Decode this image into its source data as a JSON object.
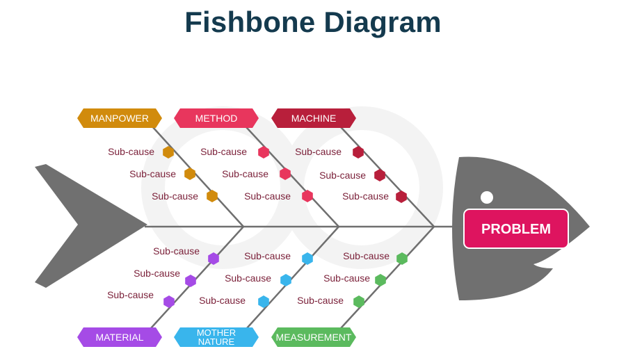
{
  "title": "Fishbone Diagram",
  "problem": {
    "label": "PROBLEM",
    "color": "#de145f"
  },
  "colors": {
    "bone": "#6f6f6f",
    "fish": "#707070",
    "subcause_text": "#7a1f38",
    "watermark": "#f3f3f3"
  },
  "categories": [
    {
      "id": "manpower",
      "label": "MANPOWER",
      "color": "#d18b0d",
      "causes": [
        "Sub-cause",
        "Sub-cause",
        "Sub-cause"
      ]
    },
    {
      "id": "method",
      "label": "METHOD",
      "color": "#e8365d",
      "causes": [
        "Sub-cause",
        "Sub-cause",
        "Sub-cause"
      ]
    },
    {
      "id": "machine",
      "label": "MACHINE",
      "color": "#b81f3b",
      "causes": [
        "Sub-cause",
        "Sub-cause",
        "Sub-cause"
      ]
    },
    {
      "id": "material",
      "label": "MATERIAL",
      "color": "#a54be6",
      "causes": [
        "Sub-cause",
        "Sub-cause",
        "Sub-cause"
      ]
    },
    {
      "id": "mother-nature",
      "label": "MOTHER NATURE",
      "label_lines": [
        "MOTHER",
        "NATURE"
      ],
      "color": "#39b5ec",
      "causes": [
        "Sub-cause",
        "Sub-cause",
        "Sub-cause"
      ]
    },
    {
      "id": "measurement",
      "label": "MEASUREMENT",
      "color": "#5bba5e",
      "causes": [
        "Sub-cause",
        "Sub-cause",
        "Sub-cause"
      ]
    }
  ]
}
